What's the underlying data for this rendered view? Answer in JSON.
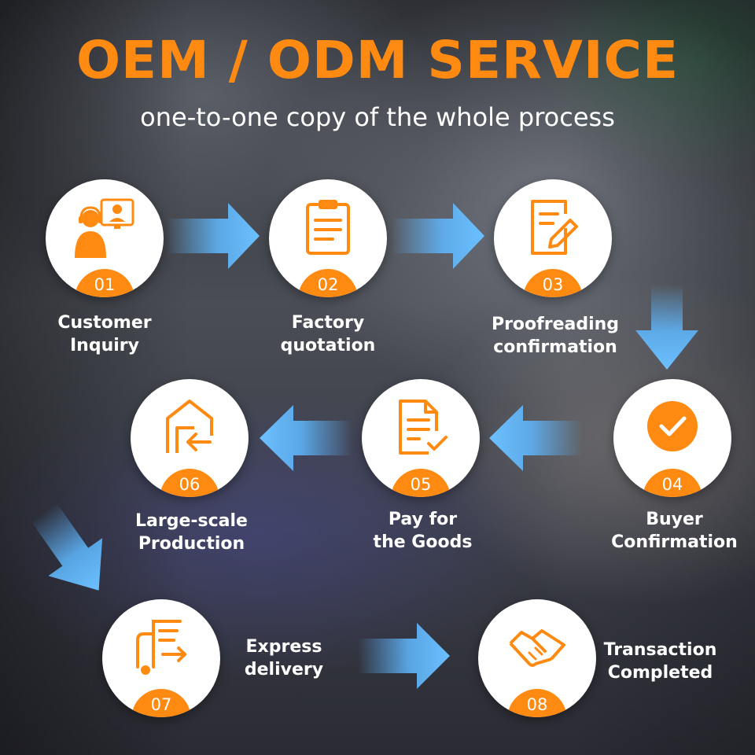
{
  "header": {
    "title": "OEM / ODM SERVICE",
    "subtitle": "one-to-one copy of the whole process"
  },
  "colors": {
    "accent": "#ff8a12",
    "arrow": "#5fb8ff",
    "text": "#ffffff"
  },
  "steps": [
    {
      "number": "01",
      "label": "Customer\nInquiry",
      "icon": "customer-service-icon"
    },
    {
      "number": "02",
      "label": "Factory\nquotation",
      "icon": "clipboard-icon"
    },
    {
      "number": "03",
      "label": "Proofreading\nconfirmation",
      "icon": "document-edit-icon"
    },
    {
      "number": "04",
      "label": "Buyer\nConfirmation",
      "icon": "checkmark-icon"
    },
    {
      "number": "05",
      "label": "Pay for\nthe Goods",
      "icon": "document-check-icon"
    },
    {
      "number": "06",
      "label": "Large-scale\nProduction",
      "icon": "warehouse-icon"
    },
    {
      "number": "07",
      "label": "Express\ndelivery",
      "icon": "delivery-cart-icon"
    },
    {
      "number": "08",
      "label": "Transaction\nCompleted",
      "icon": "handshake-icon"
    }
  ]
}
